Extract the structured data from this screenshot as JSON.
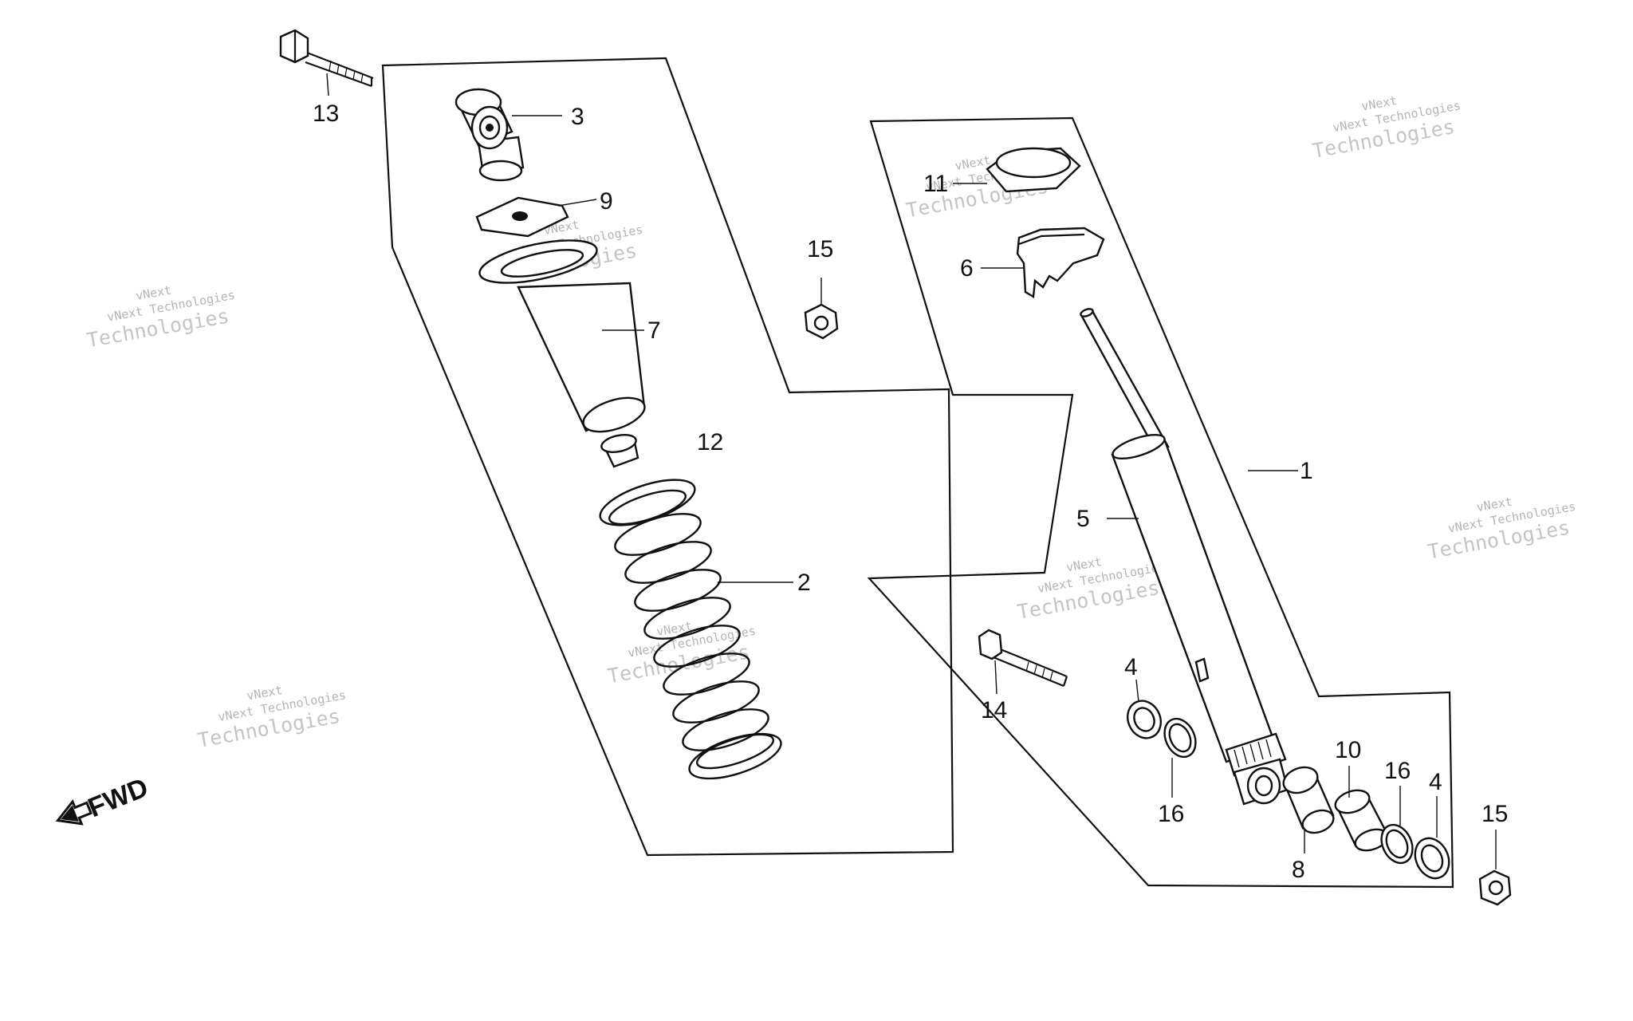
{
  "callouts": {
    "c1": "1",
    "c2": "2",
    "c3": "3",
    "c4a": "4",
    "c4b": "4",
    "c5": "5",
    "c6": "6",
    "c7": "7",
    "c8": "8",
    "c9": "9",
    "c10": "10",
    "c11": "11",
    "c12": "12",
    "c13": "13",
    "c14": "14",
    "c15a": "15",
    "c15b": "15",
    "c16a": "16",
    "c16b": "16"
  },
  "direction": {
    "label": "FWD",
    "icon": "forward-arrow-icon"
  },
  "watermark": {
    "line1": "vNext",
    "line2": "vNext Technologies",
    "line3": "Technologies"
  },
  "colors": {
    "ink": "#111111",
    "background": "#ffffff",
    "watermark": "#b4b4b4"
  }
}
